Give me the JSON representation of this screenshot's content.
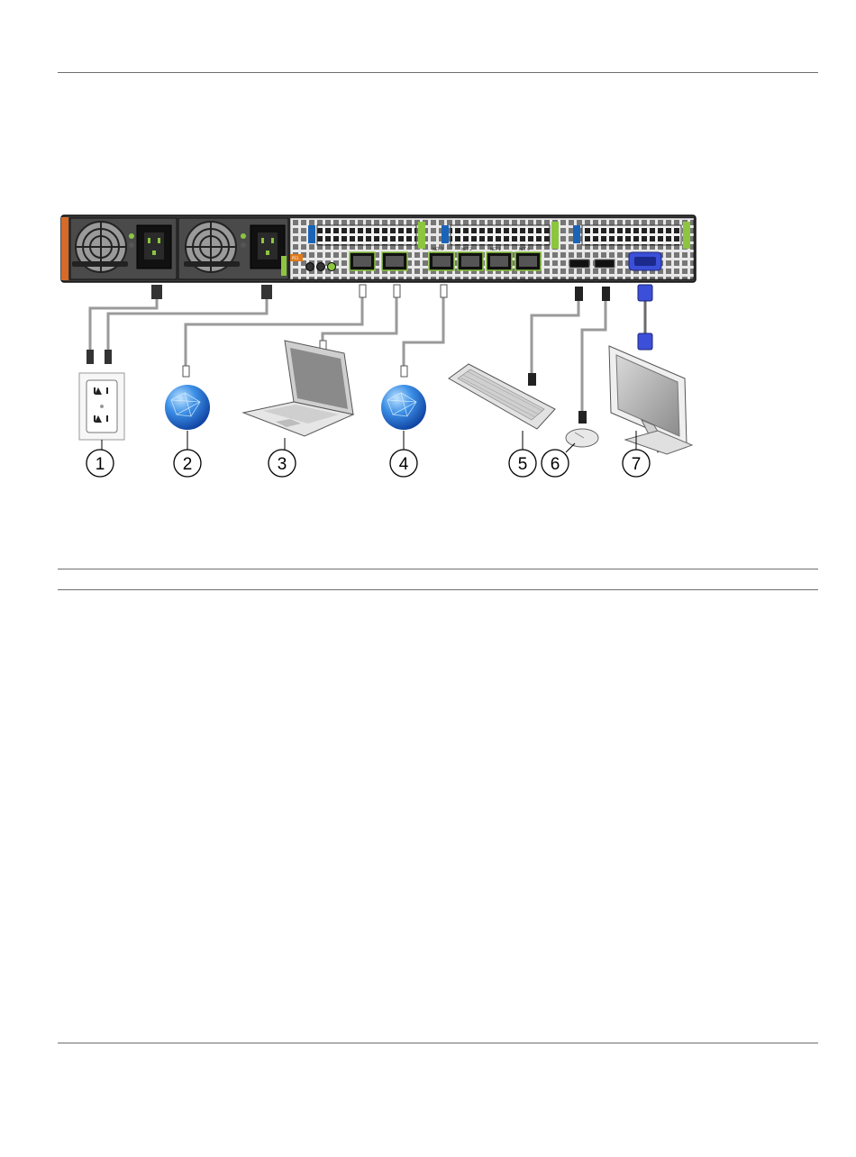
{
  "figure": {
    "callouts": [
      {
        "number": "1",
        "device": "ac-power-outlet"
      },
      {
        "number": "2",
        "device": "network-globe"
      },
      {
        "number": "3",
        "device": "laptop"
      },
      {
        "number": "4",
        "device": "network-globe"
      },
      {
        "number": "5",
        "device": "keyboard"
      },
      {
        "number": "6",
        "device": "mouse"
      },
      {
        "number": "7",
        "device": "monitor"
      }
    ],
    "psu_labels": [
      "PS1"
    ],
    "port_labels": [
      "NET 3",
      "NET 2",
      "NET 1",
      "NET 0"
    ]
  },
  "colors": {
    "chassis": "#2b2b2b",
    "psu_handle": "#d86a28",
    "latch": "#8cc63f",
    "vga": "#3b4fd8",
    "globe": "#2f7fe0"
  }
}
